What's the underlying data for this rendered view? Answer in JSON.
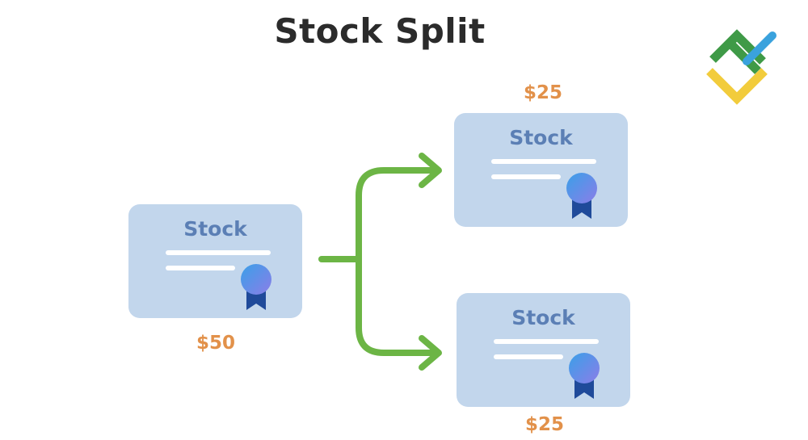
{
  "title": "Stock Split",
  "cards": {
    "original": {
      "label": "Stock",
      "price": "$50"
    },
    "split_top": {
      "label": "Stock",
      "price": "$25"
    },
    "split_bottom": {
      "label": "Stock",
      "price": "$25"
    }
  },
  "colors": {
    "card": "#c2d6ec",
    "card_label": "#5b7fb5",
    "price": "#e2914a",
    "arrow": "#6cb545",
    "badge_ribbon": "#1f4a9a",
    "logo_green": "#3f9a47",
    "logo_yellow": "#f2cc3c",
    "logo_blue": "#3aa2dd"
  },
  "icons": [
    "certificate-badge-icon",
    "split-arrow-icon",
    "brand-logo-icon"
  ]
}
